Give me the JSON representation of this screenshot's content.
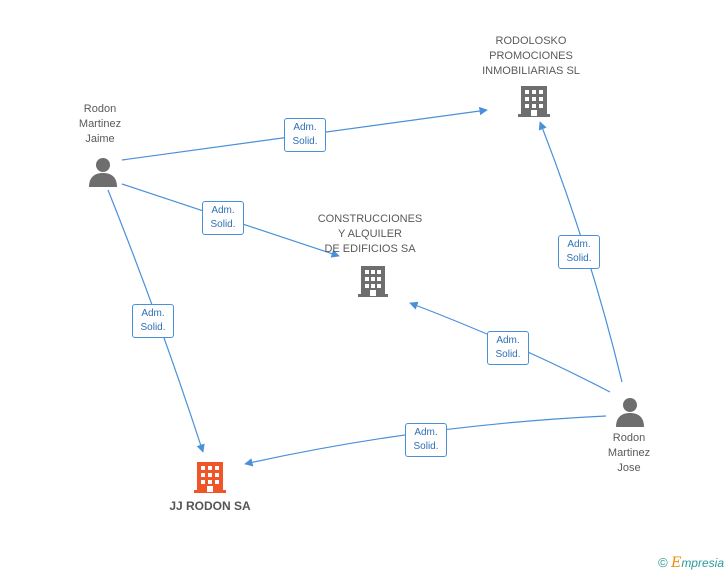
{
  "colors": {
    "edge": "#4a90d9",
    "company": "#6e6e6e",
    "main_company": "#f0552a",
    "person": "#6e6e6e"
  },
  "nodes": {
    "rodon_jaime": {
      "label": "Rodon\nMartinez\nJaime",
      "icon": "person-icon"
    },
    "rodon_jose": {
      "label": "Rodon\nMartinez\nJose",
      "icon": "person-icon"
    },
    "rodolosko": {
      "label": "RODOLOSKO\nPROMOCIONES\nINMOBILIARIAS SL",
      "icon": "building-icon"
    },
    "construcciones": {
      "label": "CONSTRUCCIONES\nY ALQUILER\nDE EDIFICIOS SA",
      "icon": "building-icon"
    },
    "jj_rodon": {
      "label": "JJ RODON SA",
      "icon": "building-icon"
    }
  },
  "edges": [
    {
      "id": "e1",
      "label": "Adm.\nSolid."
    },
    {
      "id": "e2",
      "label": "Adm.\nSolid."
    },
    {
      "id": "e3",
      "label": "Adm.\nSolid."
    },
    {
      "id": "e4",
      "label": "Adm.\nSolid."
    },
    {
      "id": "e5",
      "label": "Adm.\nSolid."
    },
    {
      "id": "e6",
      "label": "Adm.\nSolid."
    }
  ],
  "brand": {
    "copyright": "©",
    "initial": "E",
    "rest": "mpresia"
  }
}
